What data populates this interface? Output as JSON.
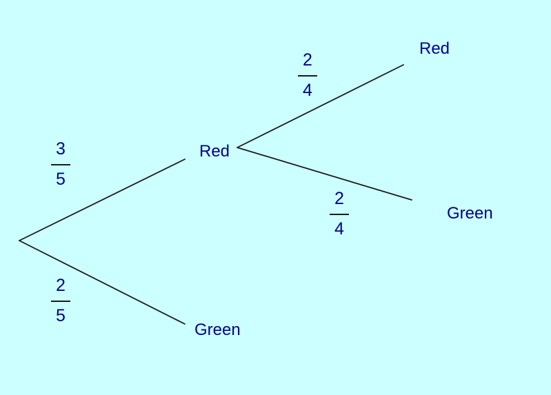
{
  "colors": {
    "background": "#ccffff",
    "line": "#1a1a1a",
    "text": "#00008b"
  },
  "tree": {
    "first_pick": [
      {
        "outcome": "Red",
        "probability": {
          "numerator": "3",
          "denominator": "5"
        }
      },
      {
        "outcome": "Green",
        "probability": {
          "numerator": "2",
          "denominator": "5"
        }
      }
    ],
    "second_pick": [
      {
        "outcome": "Red",
        "probability": {
          "numerator": "2",
          "denominator": "4"
        }
      },
      {
        "outcome": "Green",
        "probability": {
          "numerator": "2",
          "denominator": "4"
        }
      }
    ]
  }
}
